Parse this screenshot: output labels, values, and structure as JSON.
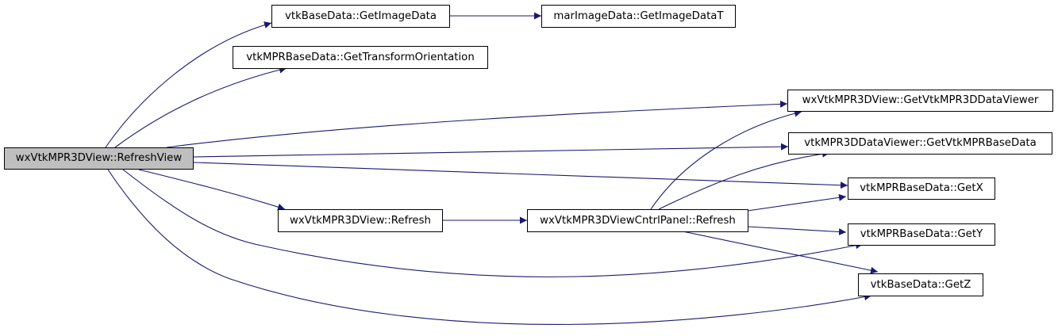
{
  "colors": {
    "edge": "#191970",
    "node_border": "#000000",
    "node_fill": "#ffffff",
    "root_fill": "#bfbfbf"
  },
  "nodes": {
    "refresh_view": "wxVtkMPR3DView::RefreshView",
    "get_image_data": "vtkBaseData::GetImageData",
    "get_image_data_t": "marImageData::GetImageDataT",
    "get_transform_orientation": "vtkMPRBaseData::GetTransformOrientation",
    "get_vtk_mpr3d_data_viewer": "wxVtkMPR3DView::GetVtkMPR3DDataViewer",
    "get_vtk_mpr_base_data": "vtkMPR3DDataViewer::GetVtkMPRBaseData",
    "get_x": "vtkMPRBaseData::GetX",
    "refresh": "wxVtkMPR3DView::Refresh",
    "cntrl_panel_refresh": "wxVtkMPR3DViewCntrlPanel::Refresh",
    "get_y": "vtkMPRBaseData::GetY",
    "get_z": "vtkBaseData::GetZ"
  }
}
